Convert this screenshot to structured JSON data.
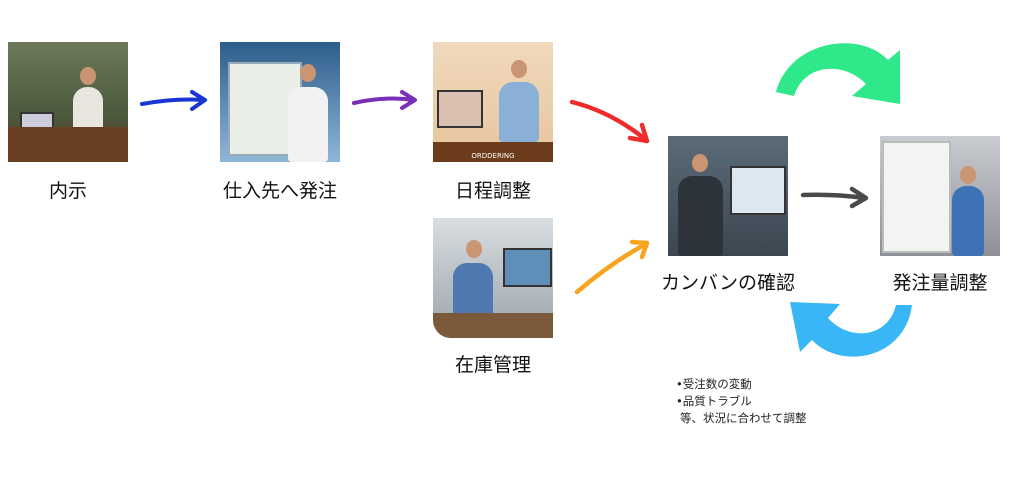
{
  "steps": [
    {
      "label": "内示",
      "image": "worker-at-laptop-in-factory"
    },
    {
      "label": "仕入先へ発注",
      "image": "man-writing-on-glass-board"
    },
    {
      "label": "日程調整",
      "image": "man-on-phone-ordering"
    },
    {
      "label": "在庫管理",
      "image": "man-at-computer-inventory"
    },
    {
      "label": "カンバンの確認",
      "image": "man-checking-dashboard"
    },
    {
      "label": "発注量調整",
      "image": "man-at-whiteboard-charts"
    }
  ],
  "image_text": {
    "ordering": "ORDDERING"
  },
  "notes": [
    "•受注数の変動",
    "•品質トラブル",
    "等、状況に合わせて調整"
  ],
  "colors": {
    "blue": "#1a35d6",
    "purple": "#7b2fb8",
    "red": "#ef2b2b",
    "orange": "#f7a520",
    "gray": "#4a4a4a",
    "green": "#2ee88a",
    "lightblue": "#38b6f5"
  }
}
